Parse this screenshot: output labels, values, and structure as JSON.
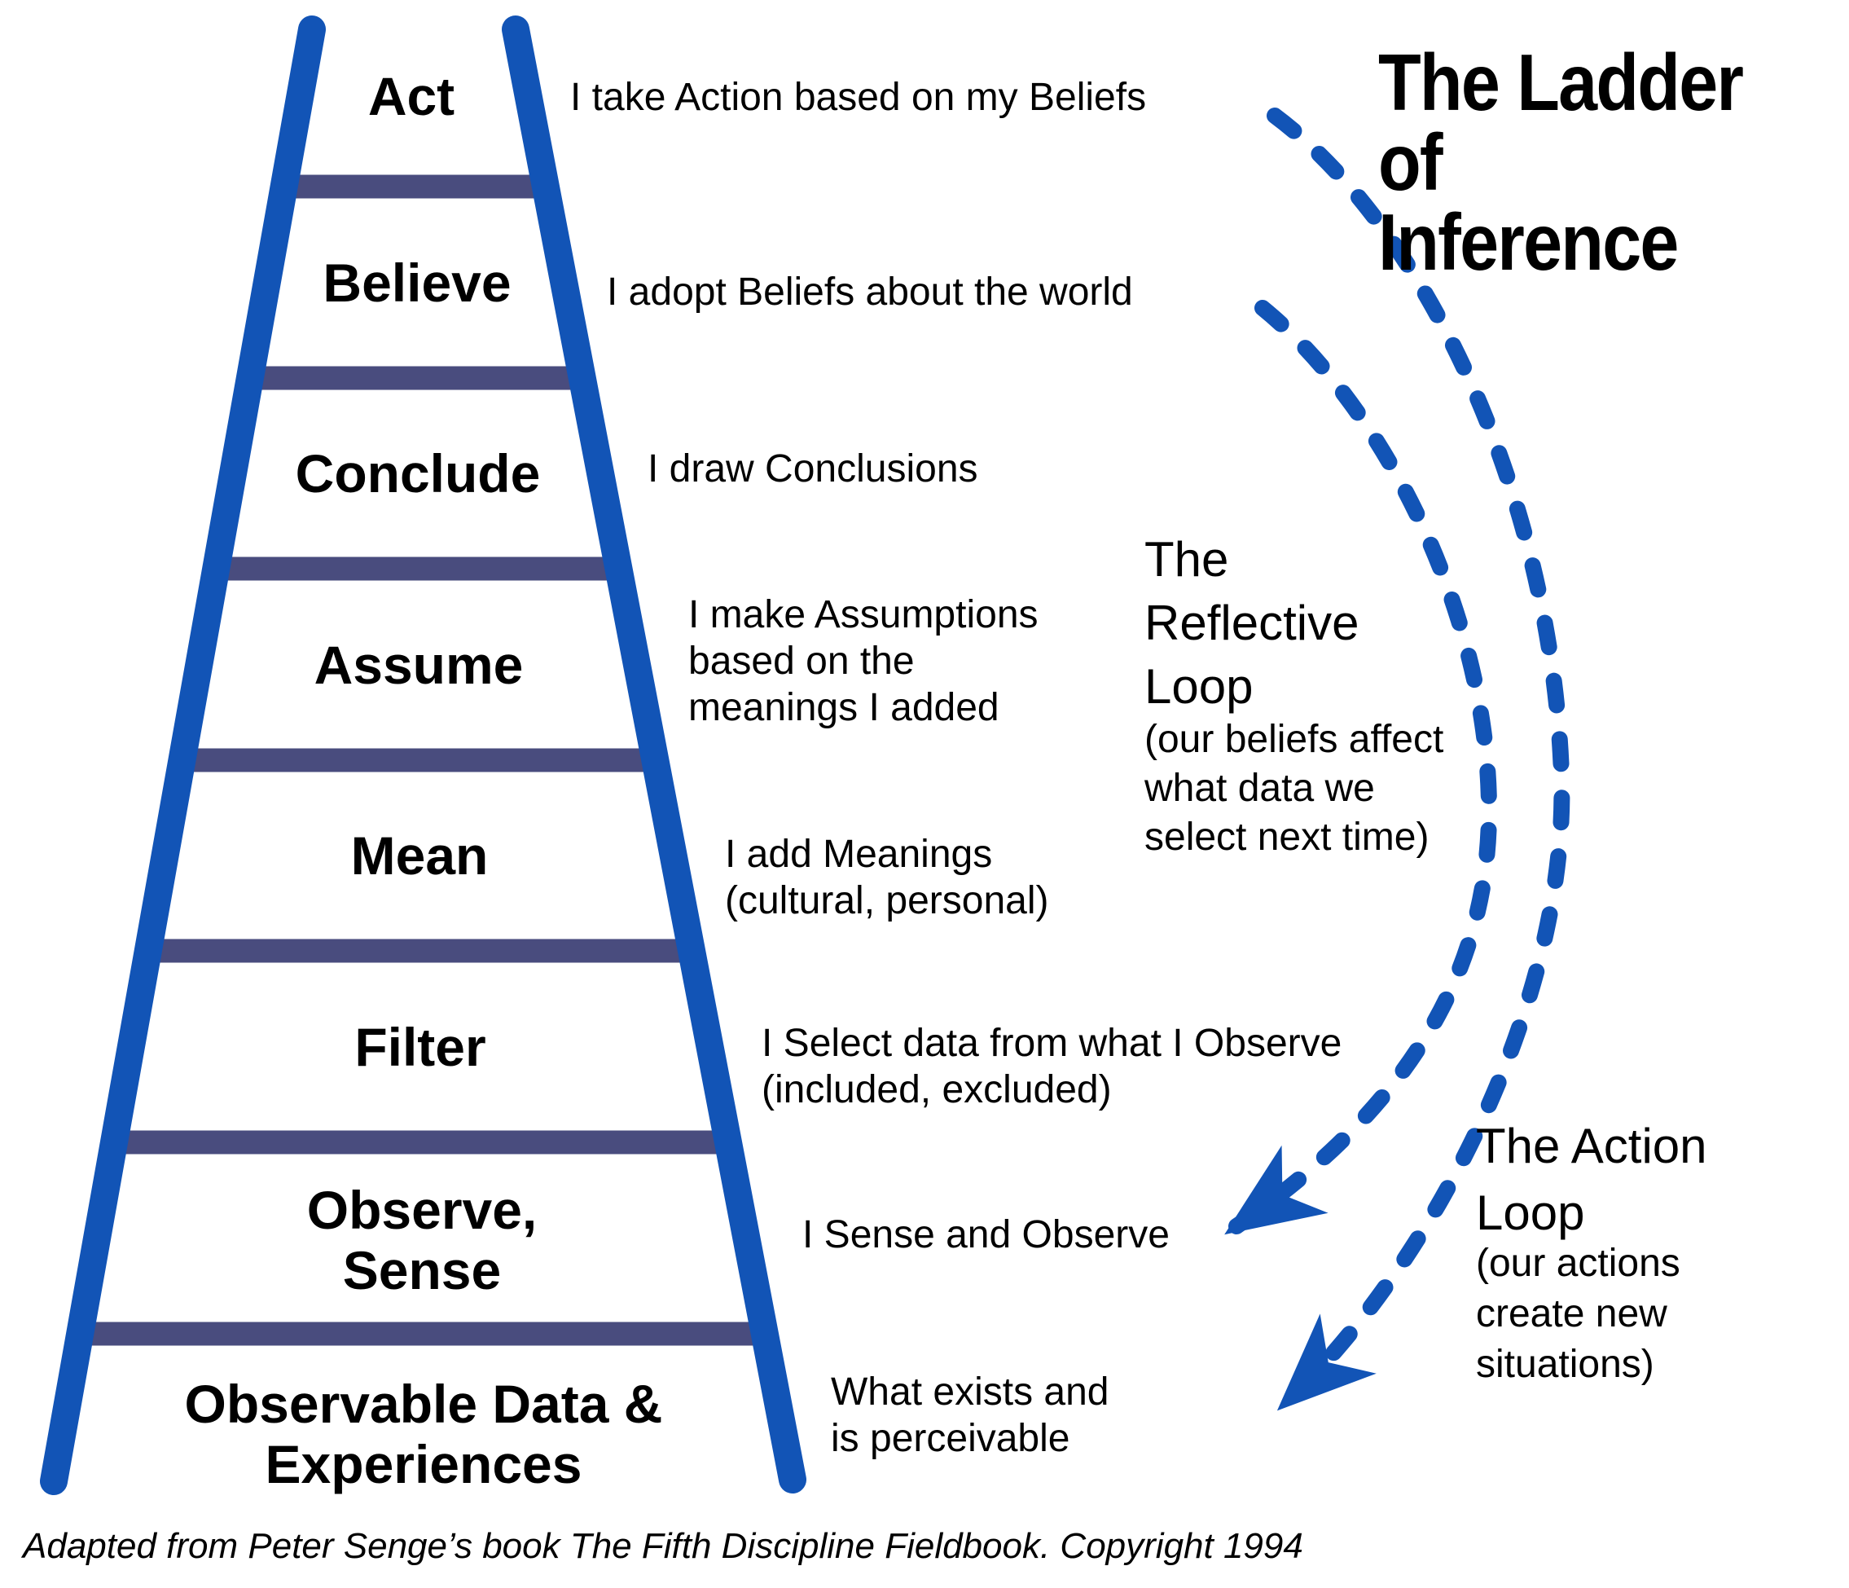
{
  "title": "The Ladder of\nInference",
  "ladder": {
    "rungs": [
      {
        "label": "Act",
        "description": "I take Action based on my Beliefs"
      },
      {
        "label": "Believe",
        "description": "I adopt Beliefs about the world"
      },
      {
        "label": "Conclude",
        "description": "I draw Conclusions"
      },
      {
        "label": "Assume",
        "description": "I make Assumptions\nbased on the\nmeanings I added"
      },
      {
        "label": "Mean",
        "description": "I add Meanings\n(cultural, personal)"
      },
      {
        "label": "Filter",
        "description": "I Select data from what I Observe\n(included, excluded)"
      },
      {
        "label": "Observe,\nSense",
        "description": "I Sense and Observe"
      },
      {
        "label": "Observable Data &\nExperiences",
        "description": "What exists and\nis perceivable"
      }
    ]
  },
  "loops": {
    "reflective": {
      "heading": "The\nReflective\nLoop",
      "note": "(our beliefs affect\nwhat data we\nselect next time)"
    },
    "action": {
      "heading": "The Action\nLoop",
      "note": "(our actions\ncreate new\nsituations)"
    }
  },
  "footer": "Adapted from Peter Senge’s book The Fifth Discipline Fieldbook. Copyright 1994",
  "colors": {
    "rail": "#1254b6",
    "rung": "#494c7e",
    "arrow": "#1254b6",
    "text": "#000000"
  }
}
